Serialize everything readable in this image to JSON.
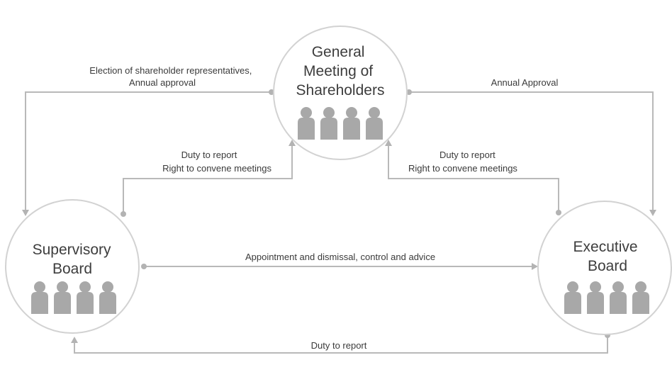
{
  "nodes": {
    "general_meeting": {
      "lines": [
        "General",
        "Meeting of",
        "Shareholders"
      ]
    },
    "supervisory_board": {
      "lines": [
        "Supervisory",
        "Board"
      ]
    },
    "executive_board": {
      "lines": [
        "Executive",
        "Board"
      ]
    }
  },
  "edges": {
    "election": {
      "lines": [
        "Election of  shareholder representatives,",
        "Annual approval"
      ]
    },
    "annual_approval": {
      "lines": [
        "Annual Approval"
      ]
    },
    "sb_to_gm": {
      "lines": [
        "Duty to report",
        "Right to convene meetings"
      ]
    },
    "eb_to_gm": {
      "lines": [
        "Duty to report",
        "Right to convene meetings"
      ]
    },
    "appointment": {
      "lines": [
        "Appointment and dismissal, control and advice"
      ]
    },
    "eb_to_sb": {
      "lines": [
        "Duty to report"
      ]
    }
  },
  "colors": {
    "circle_stroke": "#d2d2d2",
    "connector": "#b9b9b9",
    "person_icon": "#a8a8a8",
    "text": "#3a3a3a"
  }
}
